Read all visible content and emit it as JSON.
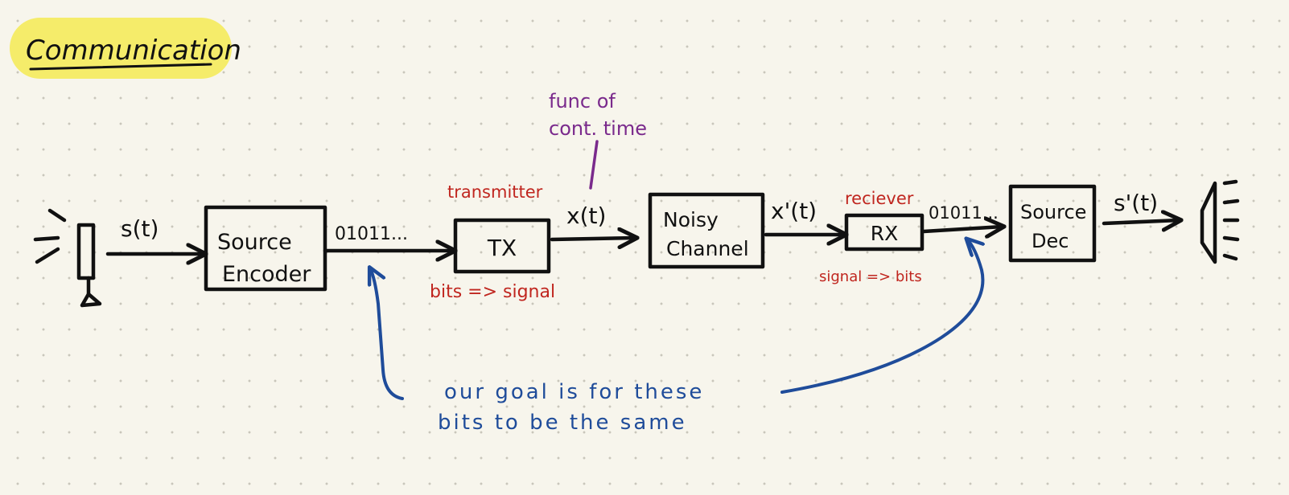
{
  "title": "Communication",
  "blocks": {
    "source_encoder": [
      "Source",
      "Encoder"
    ],
    "tx": "TX",
    "noisy_channel": [
      "Noisy",
      "Channel"
    ],
    "rx": "RX",
    "source_dec": [
      "Source",
      "Dec"
    ]
  },
  "signals": {
    "s_t": "s(t)",
    "bits_1": "01011...",
    "x_t": "x(t)",
    "x_prime_t": "x'(t)",
    "bits_2": "01011...",
    "s_prime_t": "s'(t)"
  },
  "annotations": {
    "transmitter": "transmitter",
    "bits_to_signal": "bits => signal",
    "reciever": "reciever",
    "signal_to_bits": "signal => bits",
    "func_line1": "func of",
    "func_line2": "cont. time",
    "goal_line1": "our goal is for these",
    "goal_line2": "bits to be the same"
  },
  "colors": {
    "ink": "#111111",
    "red": "#c0261f",
    "purple": "#7a2a8c",
    "blue": "#1f4c9a",
    "highlight": "#f5ec6a",
    "paper": "#f7f5ec"
  }
}
